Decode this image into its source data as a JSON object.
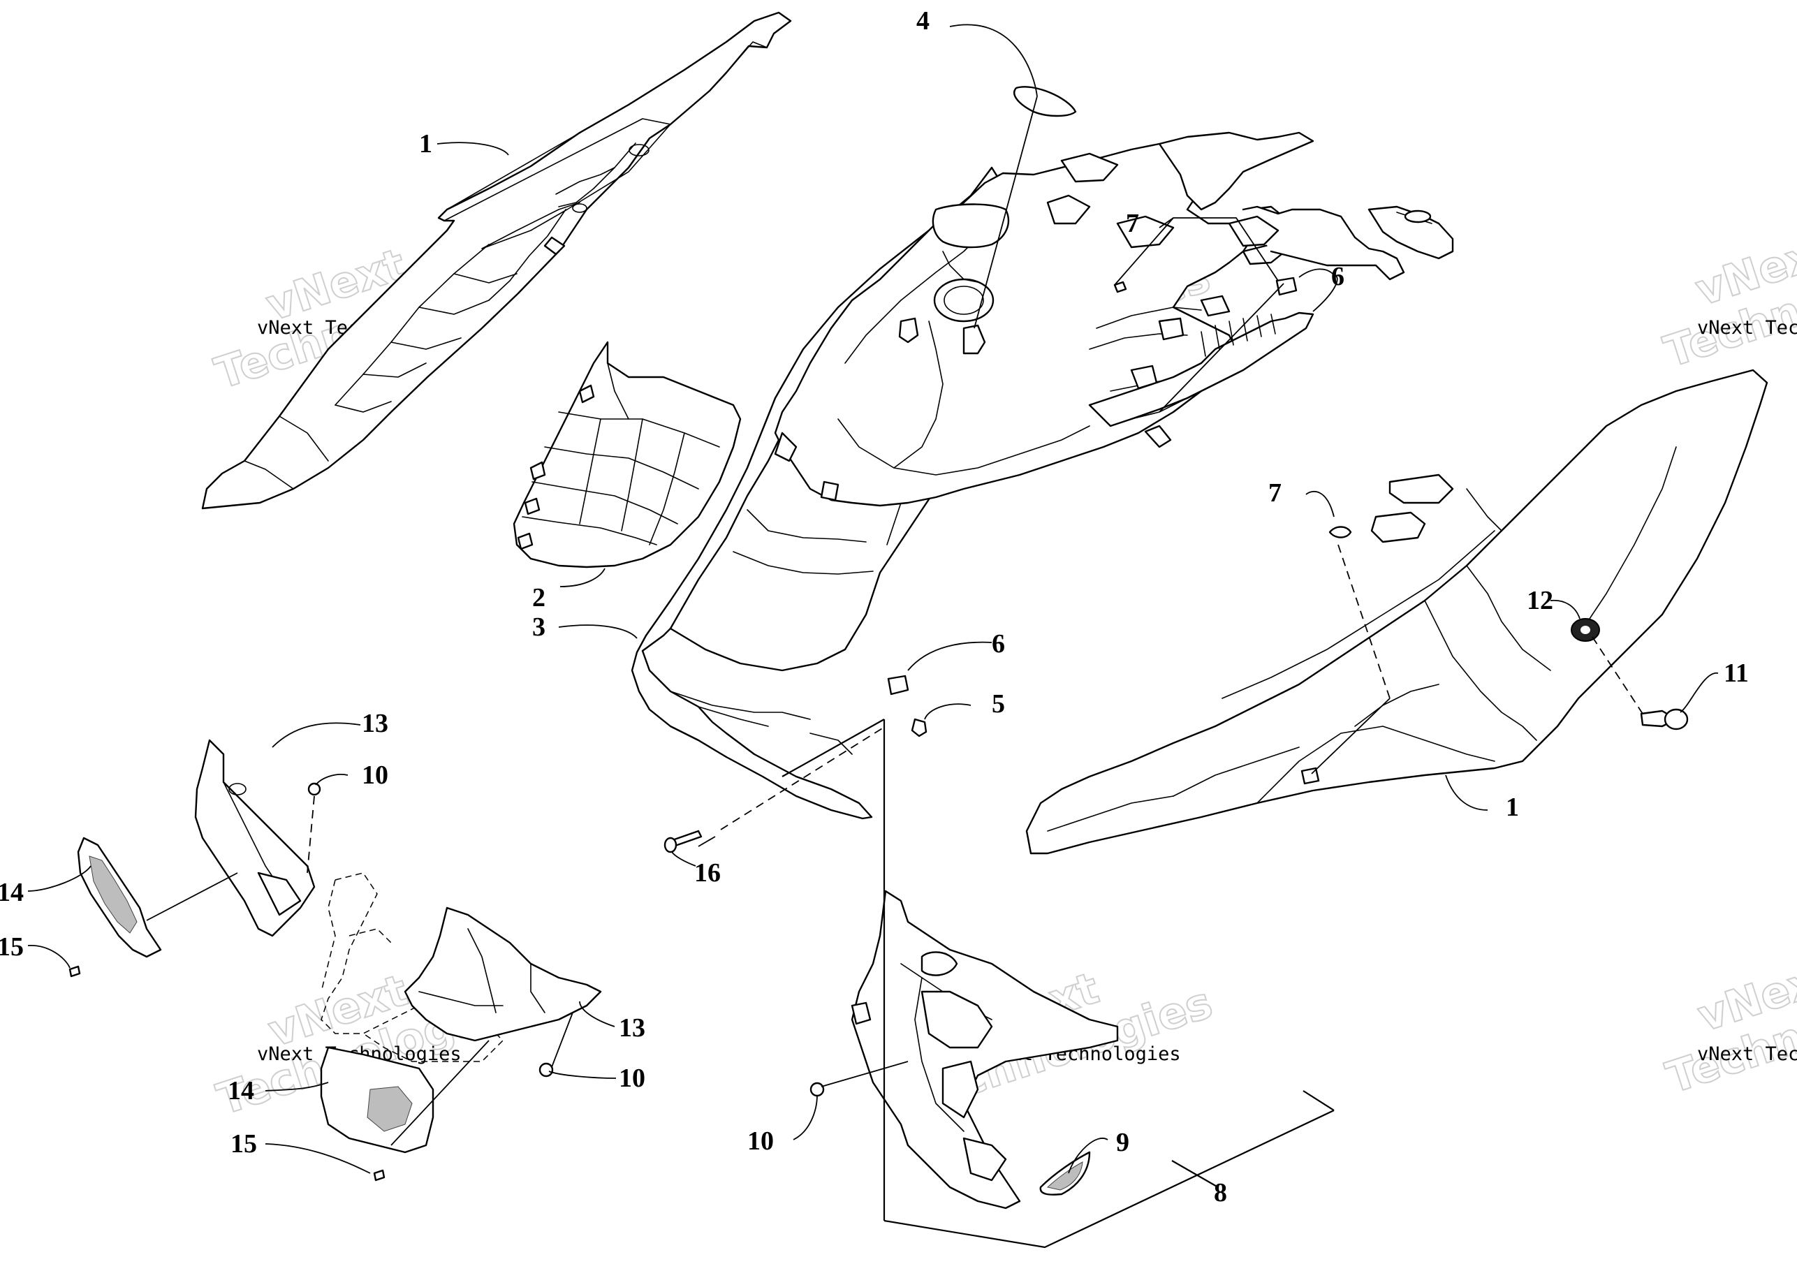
{
  "watermark": {
    "line1": "vNext",
    "line2": "Technologies",
    "caption": "vNext Technologies"
  },
  "callouts": [
    {
      "id": "c1a",
      "label": "1"
    },
    {
      "id": "c1b",
      "label": "1"
    },
    {
      "id": "c2",
      "label": "2"
    },
    {
      "id": "c3",
      "label": "3"
    },
    {
      "id": "c4",
      "label": "4"
    },
    {
      "id": "c5",
      "label": "5"
    },
    {
      "id": "c6a",
      "label": "6"
    },
    {
      "id": "c6b",
      "label": "6"
    },
    {
      "id": "c7a",
      "label": "7"
    },
    {
      "id": "c7b",
      "label": "7"
    },
    {
      "id": "c8",
      "label": "8"
    },
    {
      "id": "c9",
      "label": "9"
    },
    {
      "id": "c10a",
      "label": "10"
    },
    {
      "id": "c10b",
      "label": "10"
    },
    {
      "id": "c10c",
      "label": "10"
    },
    {
      "id": "c11",
      "label": "11"
    },
    {
      "id": "c12",
      "label": "12"
    },
    {
      "id": "c13a",
      "label": "13"
    },
    {
      "id": "c13b",
      "label": "13"
    },
    {
      "id": "c14a",
      "label": "14"
    },
    {
      "id": "c14b",
      "label": "14"
    },
    {
      "id": "c15a",
      "label": "15"
    },
    {
      "id": "c15b",
      "label": "15"
    },
    {
      "id": "c16",
      "label": "16"
    }
  ]
}
